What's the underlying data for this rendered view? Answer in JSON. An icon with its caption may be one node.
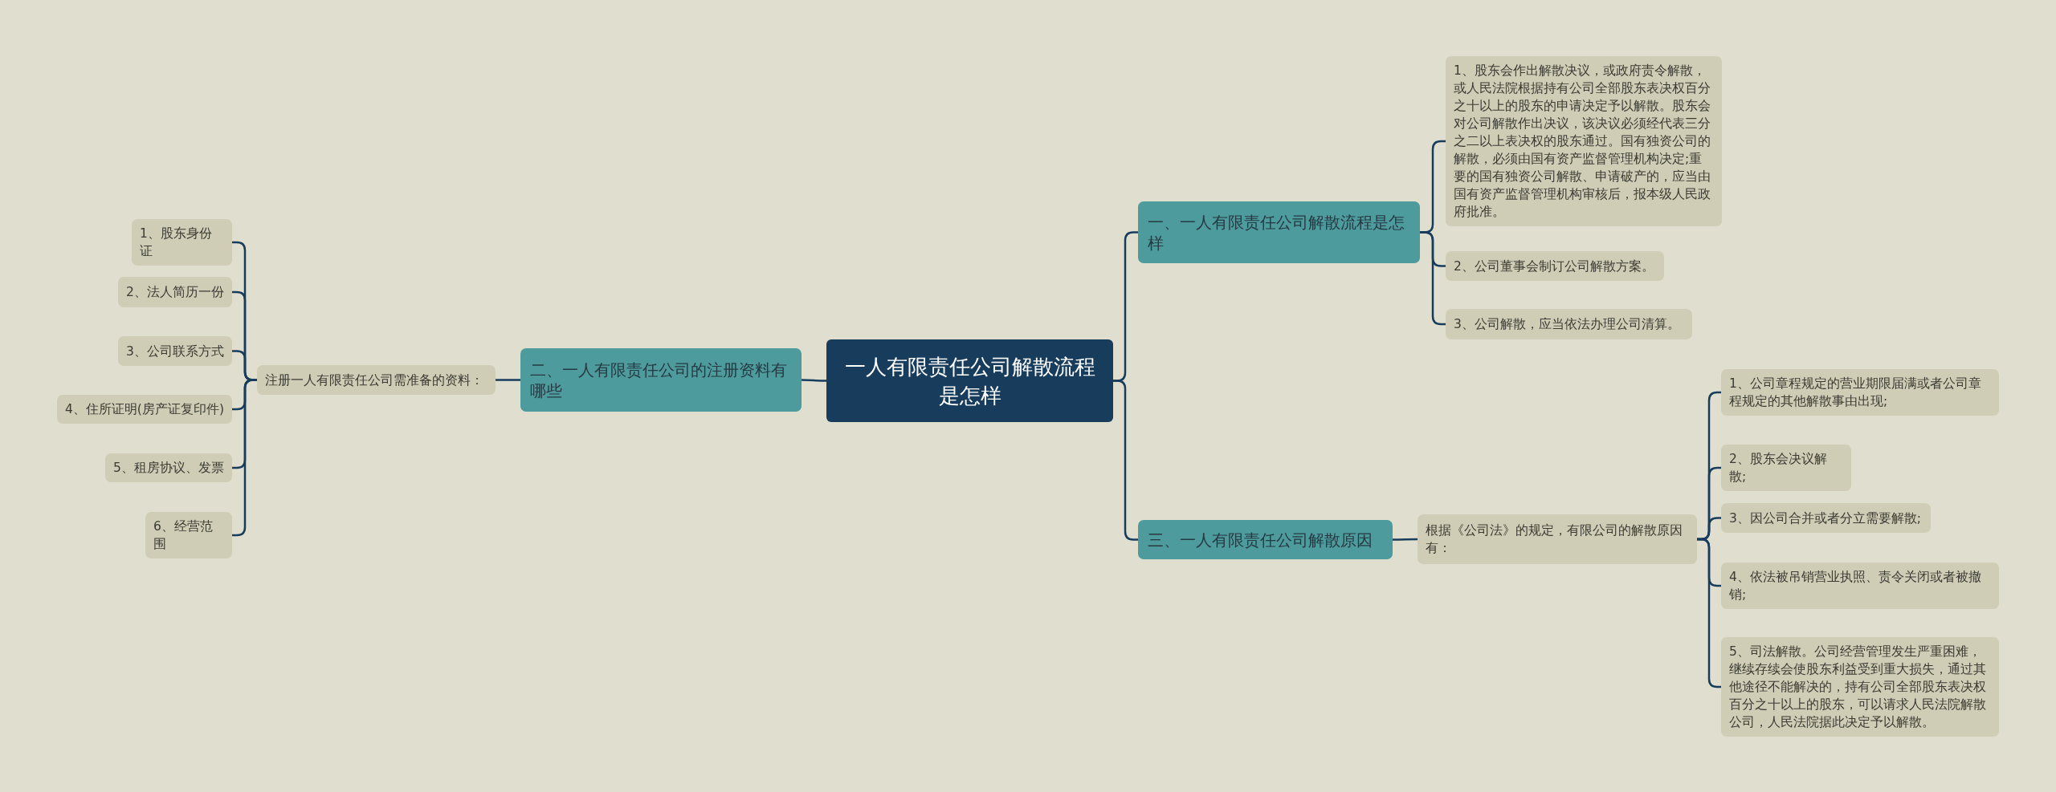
{
  "diagram": {
    "nodes": [
      {
        "text": [
          "一人有限责任公司解散流程是怎样"
        ]
      },
      {
        "text": [
          "一、一人有限责任公司解散流程是怎样"
        ]
      },
      {
        "text": [
          "1、股东会作出解散决议，或政府责令解散，或人民法院根据持有公司全部股东表决权百分之十以上的股东的申请决定予以解散。股东会对公司解散作出决议，该决议必须经代表三分之二以上表决权的股东通过。国有独资公司的解散，必须由国有资产监督管理机构决定;重要的国有独资公司解散、申请破产的，应当由国有资产监督管理机构审核后，报本级人民政府批准。"
        ]
      },
      {
        "text": [
          "2、公司董事会制订公司解散方案。"
        ]
      },
      {
        "text": [
          "3、公司解散，应当依法办理公司清算。"
        ]
      },
      {
        "text": [
          "三、一人有限责任公司解散原因"
        ]
      },
      {
        "text": [
          "根据《公司法》的规定，有限公司的解散原因有："
        ]
      },
      {
        "text": [
          "1、公司章程规定的营业期限届满或者公司章程规定的其他解散事由出现;"
        ]
      },
      {
        "text": [
          "2、股东会决议解散;"
        ]
      },
      {
        "text": [
          "3、因公司合并或者分立需要解散;"
        ]
      },
      {
        "text": [
          "4、依法被吊销营业执照、责令关闭或者被撤销;"
        ]
      },
      {
        "text": [
          "5、司法解散。公司经营管理发生严重困难，继续存续会使股东利益受到重大损失，通过其他途径不能解决的，持有公司全部股东表决权百分之十以上的股东，可以请求人民法院解散公司，人民法院据此决定予以解散。"
        ]
      },
      {
        "text": [
          "二、一人有限责任公司的注册资料有哪些"
        ]
      },
      {
        "text": [
          "注册一人有限责任公司需准备的资料："
        ]
      },
      {
        "text": [
          "1、股东身份证"
        ]
      },
      {
        "text": [
          "2、法人简历一份"
        ]
      },
      {
        "text": [
          "3、公司联系方式"
        ]
      },
      {
        "text": [
          "4、住所证明(房产证复印件)"
        ]
      },
      {
        "text": [
          "5、租房协议、发票"
        ]
      },
      {
        "text": [
          "6、经营范围"
        ]
      }
    ],
    "edges": [
      {
        "from": 0,
        "to": 1,
        "arrow": "none"
      },
      {
        "from": 1,
        "to": 2,
        "arrow": "none"
      },
      {
        "from": 1,
        "to": 3,
        "arrow": "none"
      },
      {
        "from": 1,
        "to": 4,
        "arrow": "none"
      },
      {
        "from": 0,
        "to": 5,
        "arrow": "none"
      },
      {
        "from": 5,
        "to": 6,
        "arrow": "none"
      },
      {
        "from": 6,
        "to": 7,
        "arrow": "none"
      },
      {
        "from": 6,
        "to": 8,
        "arrow": "none"
      },
      {
        "from": 6,
        "to": 9,
        "arrow": "none"
      },
      {
        "from": 6,
        "to": 10,
        "arrow": "none"
      },
      {
        "from": 6,
        "to": 11,
        "arrow": "none"
      },
      {
        "from": 0,
        "to": 12,
        "arrow": "none"
      },
      {
        "from": 12,
        "to": 13,
        "arrow": "none"
      },
      {
        "from": 13,
        "to": 14,
        "arrow": "none"
      },
      {
        "from": 13,
        "to": 15,
        "arrow": "none"
      },
      {
        "from": 13,
        "to": 16,
        "arrow": "none"
      },
      {
        "from": 13,
        "to": 17,
        "arrow": "none"
      },
      {
        "from": 13,
        "to": 18,
        "arrow": "none"
      },
      {
        "from": 13,
        "to": 19,
        "arrow": "none"
      }
    ]
  }
}
